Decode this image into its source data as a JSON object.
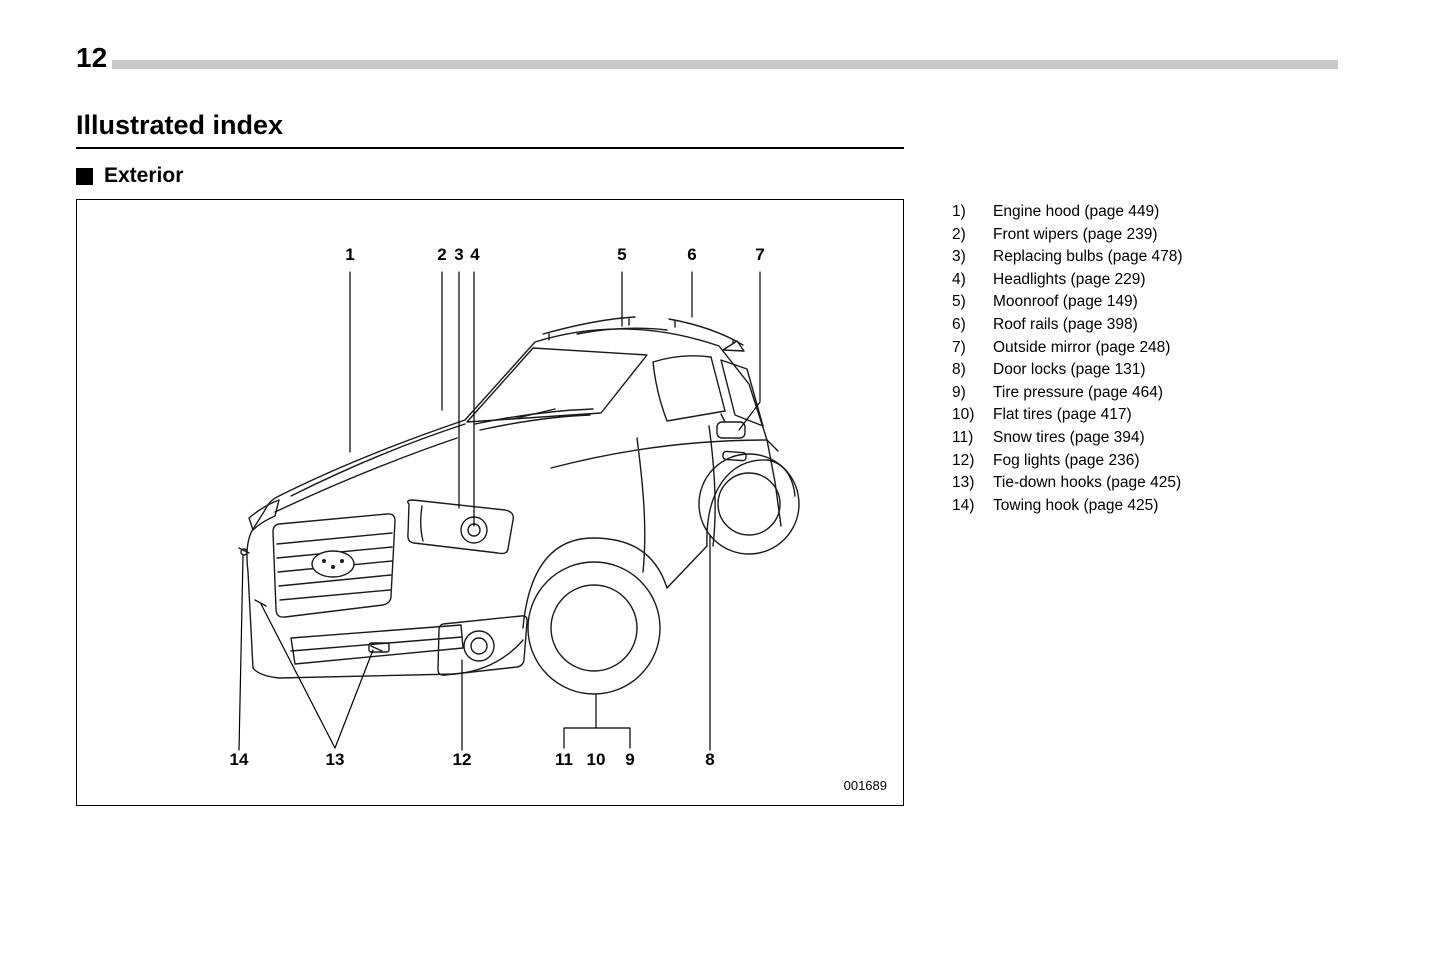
{
  "page": {
    "number": "12"
  },
  "headings": {
    "title": "Illustrated index",
    "section": "Exterior"
  },
  "figure": {
    "code": "001689"
  },
  "callouts": [
    "1",
    "2",
    "3",
    "4",
    "5",
    "6",
    "7",
    "8",
    "9",
    "10",
    "11",
    "12",
    "13",
    "14"
  ],
  "index_list": [
    {
      "num": "1)",
      "label": "Engine hood (page 449)"
    },
    {
      "num": "2)",
      "label": "Front wipers (page 239)"
    },
    {
      "num": "3)",
      "label": "Replacing bulbs (page 478)"
    },
    {
      "num": "4)",
      "label": "Headlights (page 229)"
    },
    {
      "num": "5)",
      "label": "Moonroof (page 149)"
    },
    {
      "num": "6)",
      "label": "Roof rails (page 398)"
    },
    {
      "num": "7)",
      "label": "Outside mirror (page 248)"
    },
    {
      "num": "8)",
      "label": "Door locks (page 131)"
    },
    {
      "num": "9)",
      "label": "Tire pressure (page 464)"
    },
    {
      "num": "10)",
      "label": "Flat tires (page 417)"
    },
    {
      "num": "11)",
      "label": "Snow tires (page 394)"
    },
    {
      "num": "12)",
      "label": "Fog lights (page 236)"
    },
    {
      "num": "13)",
      "label": "Tie-down hooks (page 425)"
    },
    {
      "num": "14)",
      "label": "Towing hook (page 425)"
    }
  ]
}
